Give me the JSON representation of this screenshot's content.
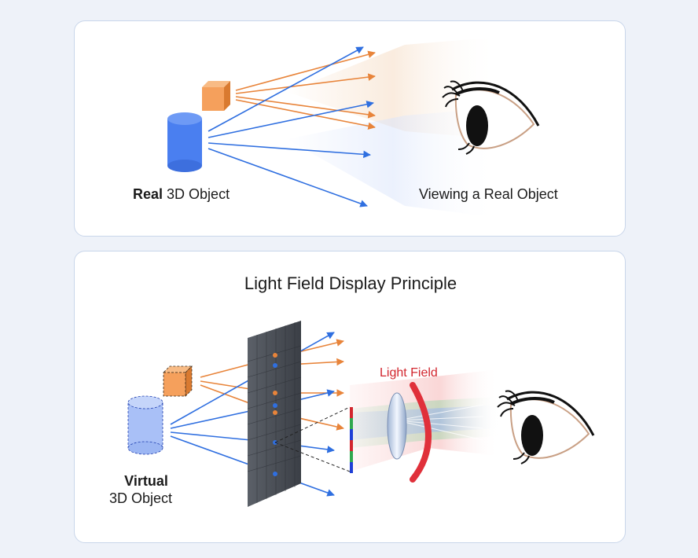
{
  "top_panel": {
    "object_label_bold": "Real",
    "object_label_rest": " 3D Object",
    "viewer_label": "Viewing a Real Object"
  },
  "bottom_panel": {
    "title": "Light Field Display Principle",
    "object_label_line1": "Virtual",
    "object_label_line2": "3D Object",
    "light_field_label": "Light Field"
  },
  "colors": {
    "orange_ray": "#e8843a",
    "blue_ray": "#2f6fe0",
    "cube": "#f5a05c",
    "cylinder": "#4a7ff0",
    "light_field_arc": "#e0303a"
  },
  "icons": [
    "cube-icon",
    "cylinder-icon",
    "eye-icon",
    "display-panel-icon",
    "lens-icon"
  ]
}
